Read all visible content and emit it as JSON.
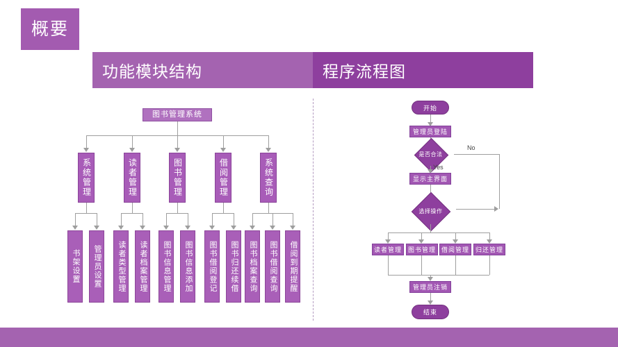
{
  "slide": {
    "title_chip": "概要",
    "panels": [
      {
        "header": "功能模块结构"
      },
      {
        "header": "程序流程图"
      }
    ],
    "accent_light": "#a463b0",
    "accent_dark": "#8e3f9e",
    "node_fill": "#a95fb8",
    "connector_color": "#9e9e9e"
  },
  "tree": {
    "root": "图书管理系统",
    "branches": [
      {
        "label": "系统管理",
        "leaves": [
          "书架设置",
          "管理员设置"
        ]
      },
      {
        "label": "读者管理",
        "leaves": [
          "读者类型管理",
          "读者档案管理"
        ]
      },
      {
        "label": "图书管理",
        "leaves": [
          "图书信息管理",
          "图书信息添加"
        ]
      },
      {
        "label": "借阅管理",
        "leaves": [
          "图书借阅登记",
          "图书归还续借"
        ]
      },
      {
        "label": "系统查询",
        "leaves": [
          "图书档案查询",
          "图书借阅查询",
          "借阅到期提醒"
        ]
      }
    ]
  },
  "flowchart": {
    "start": "开始",
    "login": "管理员登陆",
    "decision_valid": "是否合法",
    "label_yes": "Yes",
    "label_no": "No",
    "main_screen": "显示主界面",
    "decision_choose": "选择操作",
    "operations": [
      "读者管理",
      "图书管理",
      "借阅管理",
      "归还管理"
    ],
    "logout": "管理员注销",
    "end": "结束"
  }
}
